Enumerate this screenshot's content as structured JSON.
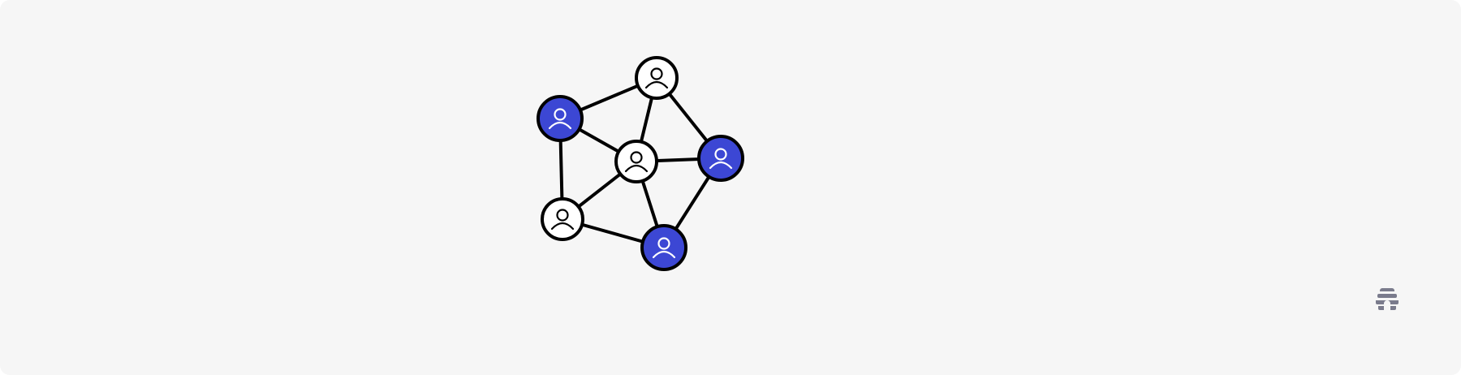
{
  "colors": {
    "background": "#f6f6f6",
    "highlight_node": "#3c47d4",
    "plain_node": "#ffffff",
    "stroke": "#000000",
    "logo": "#7a7b8c"
  },
  "graph": {
    "nodes": [
      {
        "id": "top",
        "highlighted": false,
        "icon": "user-icon"
      },
      {
        "id": "left",
        "highlighted": true,
        "icon": "user-icon"
      },
      {
        "id": "center",
        "highlighted": false,
        "icon": "user-icon"
      },
      {
        "id": "right",
        "highlighted": true,
        "icon": "user-icon"
      },
      {
        "id": "bottom-left",
        "highlighted": false,
        "icon": "user-icon"
      },
      {
        "id": "bottom",
        "highlighted": true,
        "icon": "user-icon"
      }
    ],
    "edges": [
      [
        "left",
        "top"
      ],
      [
        "top",
        "center"
      ],
      [
        "top",
        "right"
      ],
      [
        "left",
        "center"
      ],
      [
        "left",
        "bottom-left"
      ],
      [
        "center",
        "right"
      ],
      [
        "center",
        "bottom-left"
      ],
      [
        "center",
        "bottom"
      ],
      [
        "right",
        "bottom"
      ],
      [
        "bottom-left",
        "bottom"
      ]
    ]
  },
  "logo": {
    "icon": "beehive-icon"
  }
}
